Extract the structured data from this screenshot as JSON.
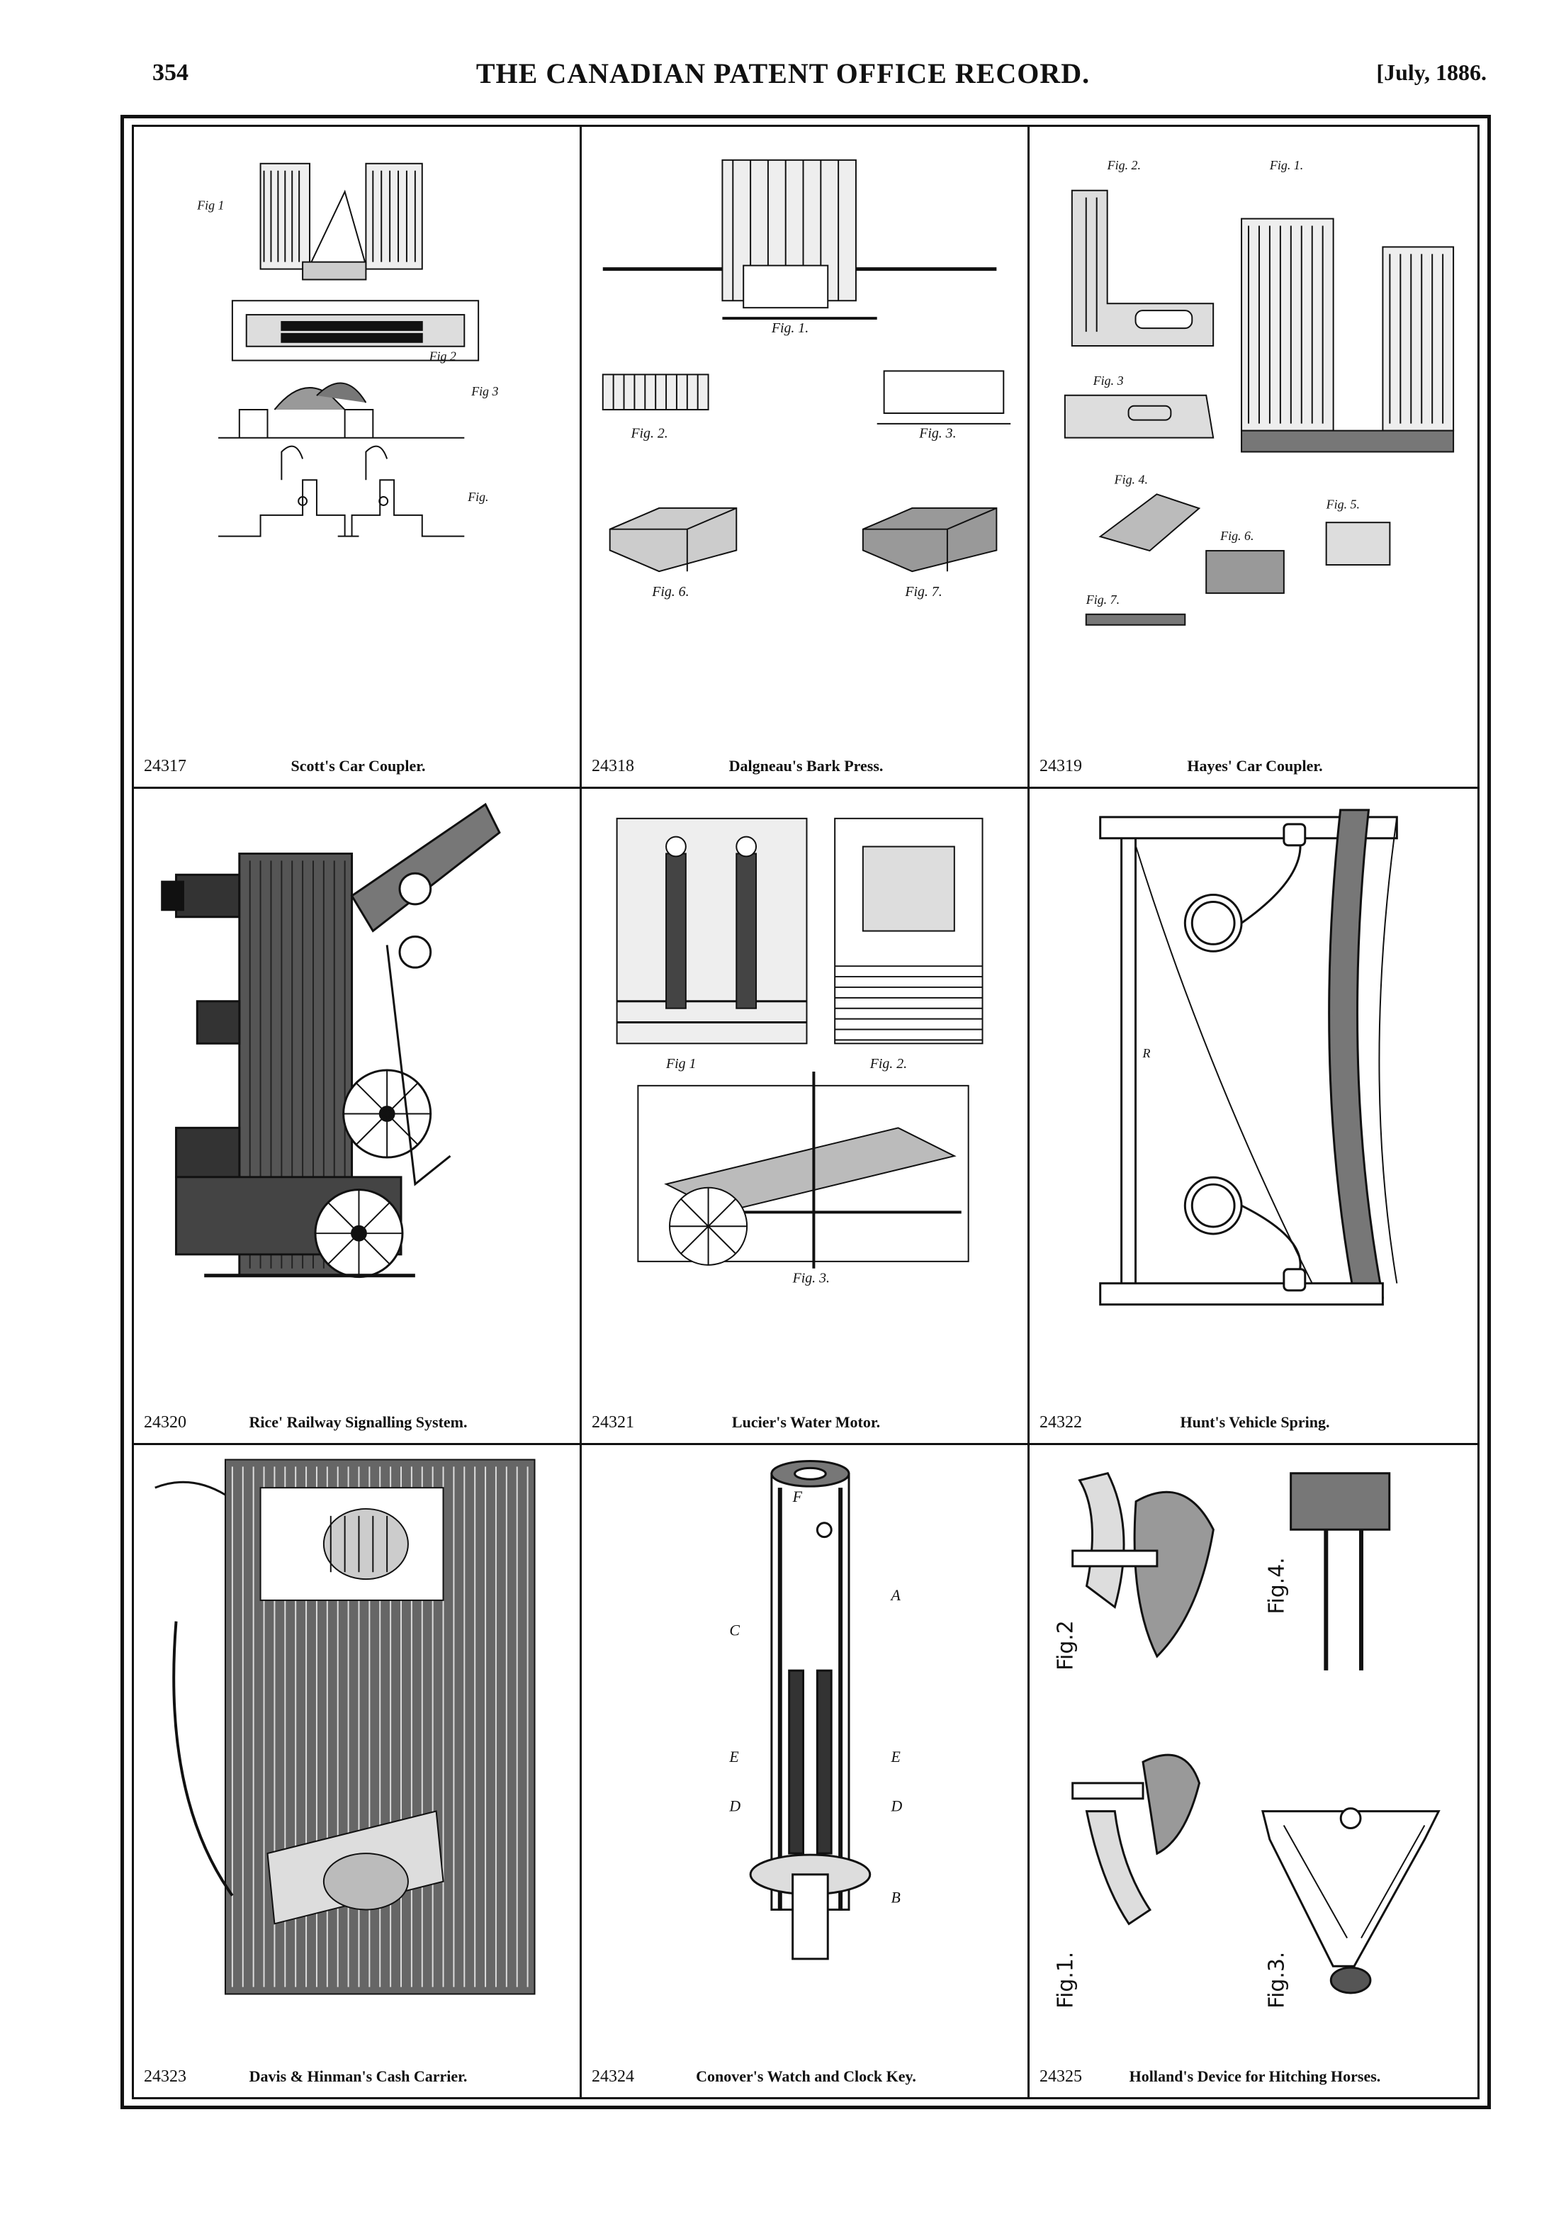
{
  "header": {
    "page_number": "354",
    "journal_title": "THE CANADIAN PATENT OFFICE RECORD.",
    "issue_date": "[July, 1886."
  },
  "patents": [
    {
      "number": "24317",
      "title": "Scott's Car Coupler.",
      "labels": [
        "Fig 1",
        "Fig 2",
        "Fig 3",
        "Fig."
      ]
    },
    {
      "number": "24318",
      "title": "Dalgneau's Bark Press.",
      "labels": [
        "Fig. 1.",
        "Fig. 2.",
        "Fig. 3.",
        "Fig. 6.",
        "Fig. 7."
      ]
    },
    {
      "number": "24319",
      "title": "Hayes' Car Coupler.",
      "labels": [
        "Fig. 1.",
        "Fig. 2.",
        "Fig. 3",
        "Fig. 4.",
        "Fig. 5.",
        "Fig. 6.",
        "Fig. 7."
      ]
    },
    {
      "number": "24320",
      "title": "Rice' Railway Signalling System.",
      "labels": []
    },
    {
      "number": "24321",
      "title": "Lucier's Water Motor.",
      "labels": [
        "Fig 1",
        "Fig. 2.",
        "Fig. 3."
      ]
    },
    {
      "number": "24322",
      "title": "Hunt's Vehicle Spring.",
      "labels": [
        "R"
      ]
    },
    {
      "number": "24323",
      "title": "Davis & Hinman's Cash Carrier.",
      "labels": []
    },
    {
      "number": "24324",
      "title": "Conover's Watch and Clock Key.",
      "labels": [
        "F",
        "A",
        "C",
        "E",
        "E",
        "D",
        "D",
        "B"
      ]
    },
    {
      "number": "24325",
      "title": "Holland's Device for Hitching Horses.",
      "labels": [
        "Fig.2",
        "Fig.4.",
        "Fig.1.",
        "Fig.3."
      ]
    }
  ]
}
